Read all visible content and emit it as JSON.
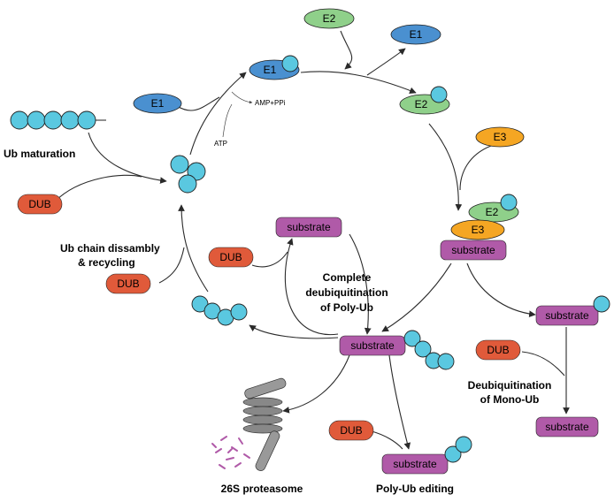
{
  "enzymes": {
    "e1": "E1",
    "e2": "E2",
    "e3": "E3",
    "dub": "DUB"
  },
  "labels": {
    "substrate": "substrate",
    "amp_ppi": "AMP+PPi",
    "atp": "ATP"
  },
  "captions": {
    "ub_maturation": "Ub maturation",
    "chain_recycling_1": "Ub chain dissambly",
    "chain_recycling_2": "& recycling",
    "complete_deubiq_1": "Complete",
    "complete_deubiq_2": "deubiquitination",
    "complete_deubiq_3": "of Poly-Ub",
    "mono_deubiq_1": "Deubiquitination",
    "mono_deubiq_2": "of Mono-Ub",
    "proteasome": "26S proteasome",
    "poly_ub_editing": "Poly-Ub editing"
  },
  "colors": {
    "ubiquitin": "#5ac8e0",
    "e1": "#4a90d0",
    "e2": "#8fd08a",
    "e3": "#f5a623",
    "dub": "#e05a3a",
    "substrate": "#b05aa8",
    "proteasome": "#888888"
  }
}
